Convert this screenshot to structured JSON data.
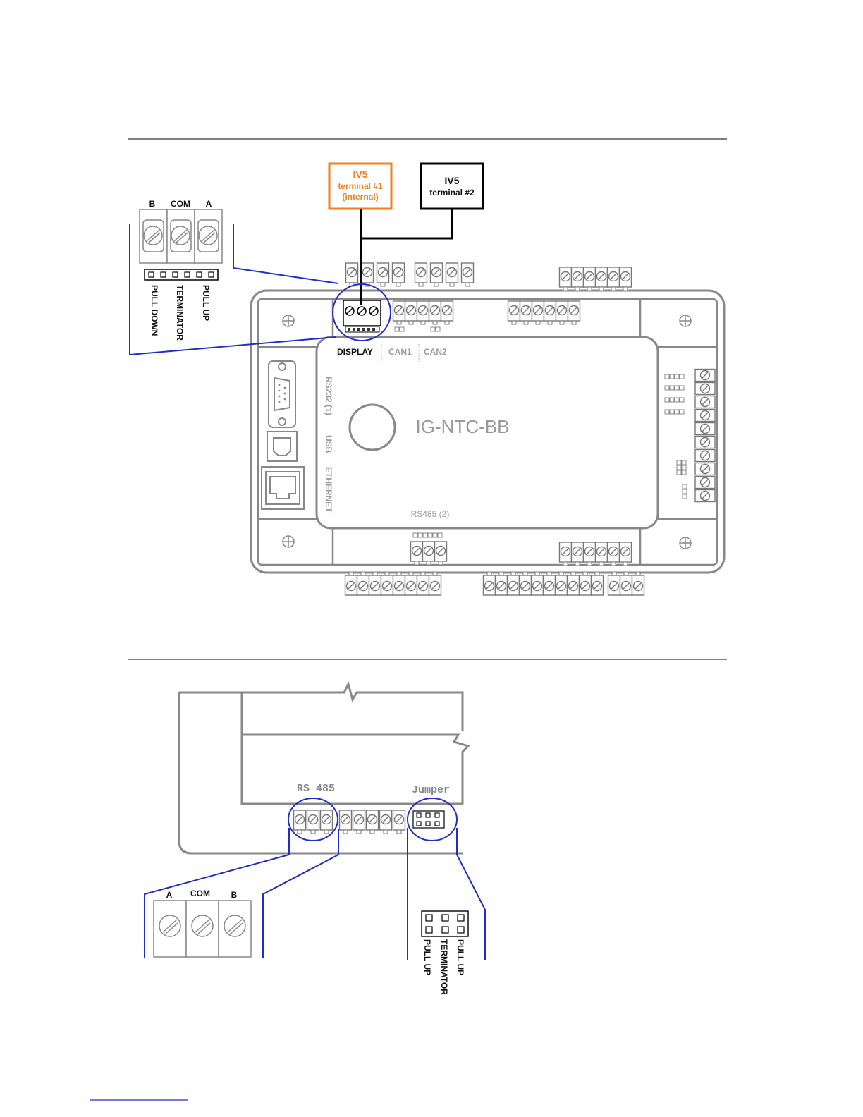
{
  "diagram1": {
    "terminal_internal": {
      "title": "IV5",
      "line1": "terminal #1",
      "line2": "(internal)",
      "color": "#f07f1e"
    },
    "terminal_external": {
      "title": "IV5",
      "line1": "terminal #2"
    },
    "zoom_pins": [
      "B",
      "COM",
      "A"
    ],
    "zoom_jumpers": [
      "PULL DOWN",
      "TERMINATOR",
      "PULL UP"
    ],
    "controller_name": "IG-NTC-BB",
    "ports": {
      "display": "DISPLAY",
      "can1": "CAN1",
      "can2": "CAN2",
      "rs232": "RS232 (1)",
      "usb": "USB",
      "ethernet": "ETHERNET",
      "rs485": "RS485 (2)"
    }
  },
  "diagram2": {
    "rs485_label": "RS 485",
    "jumper_label": "Jumper",
    "zoom_pins": [
      "A",
      "COM",
      "B"
    ],
    "zoom_jumpers": [
      "PULL UP",
      "TERMINATOR",
      "PULL UP"
    ]
  },
  "colors": {
    "highlight": "#1f2fc4",
    "outline": "#888888",
    "orange": "#f07f1e"
  }
}
